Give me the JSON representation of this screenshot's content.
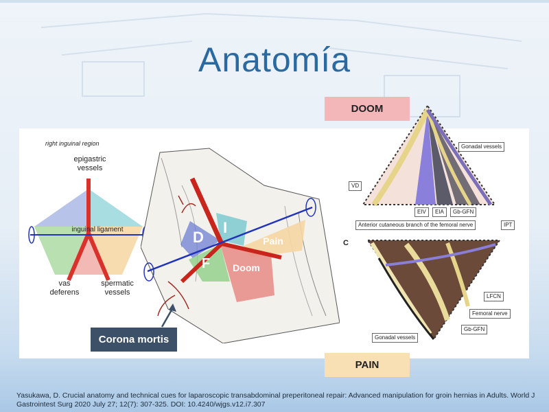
{
  "slide": {
    "title": "Anatomía",
    "citation": "Yasukawa, D. Crucial anatomy and technical cues for laparoscopic transabdominal preperitoneal repair: Advanced manipulation for groin hernias in Adults. World J Gastrointest Surg 2020 July 27; 12(7): 307-325. DOI: 10.4240/wjgs.v12.i7.307"
  },
  "left_diagram": {
    "region_label": "right inguinal region",
    "epigastric": "epigastric\nvessels",
    "ligament": "inguinal ligament",
    "vas": "vas\ndeferens",
    "spermatic": "spermatic\nvessels"
  },
  "center_diagram": {
    "d_label": "D",
    "i_label": "I",
    "f_label": "F",
    "pain_label": "Pain",
    "doom_label": "Doom",
    "callout": "Corona mortis"
  },
  "right_diagram": {
    "doom_tag": "DOOM",
    "pain_tag": "PAIN",
    "gonadal_vessels_top": "Gonadal vessels",
    "vd": "VD",
    "eiv": "EIV",
    "eia": "EIA",
    "gb_gfn_top": "Gb-GFN",
    "anterior_cutaneous": "Anterior cutaneous branch of the femoral nerve",
    "ipt": "IPT",
    "panel_c": "C",
    "lfcn": "LFCN",
    "femoral_nerve": "Femoral nerve",
    "gb_gfn_bottom": "Gb-GFN",
    "gonadal_vessels_bottom": "Gonadal vessels"
  },
  "colors": {
    "title": "#2a6aa1",
    "doom_tag_bg": "#f3b7b9",
    "pain_tag_bg": "#f9dfb4",
    "callout_bg": "#3c5068"
  }
}
